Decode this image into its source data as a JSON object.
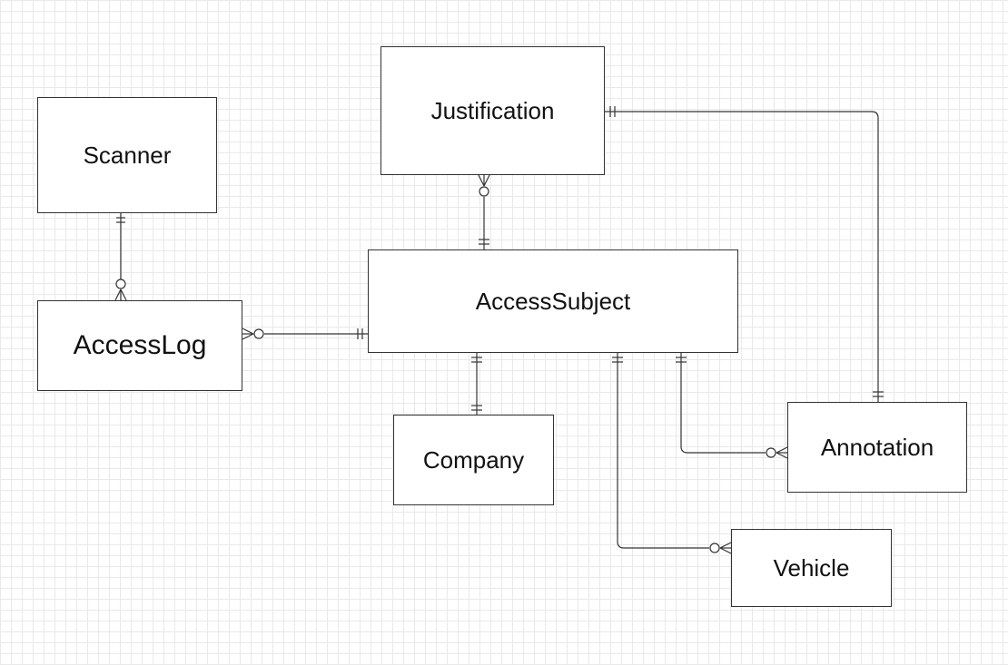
{
  "diagram": {
    "type": "entity-relationship",
    "entities": {
      "scanner": "Scanner",
      "access_log": "AccessLog",
      "justification": "Justification",
      "access_subject": "AccessSubject",
      "company": "Company",
      "annotation": "Annotation",
      "vehicle": "Vehicle"
    },
    "relationships": [
      {
        "from": "Scanner",
        "to": "AccessLog",
        "from_cardinality": "one-and-only-one",
        "to_cardinality": "zero-or-many"
      },
      {
        "from": "AccessSubject",
        "to": "AccessLog",
        "from_cardinality": "one-and-only-one",
        "to_cardinality": "zero-or-many"
      },
      {
        "from": "AccessSubject",
        "to": "Justification",
        "from_cardinality": "one-and-only-one",
        "to_cardinality": "zero-or-many"
      },
      {
        "from": "Justification",
        "to": "Annotation",
        "from_cardinality": "one-and-only-one",
        "to_cardinality": "one-and-only-one"
      },
      {
        "from": "AccessSubject",
        "to": "Company",
        "from_cardinality": "one-and-only-one",
        "to_cardinality": "one-and-only-one"
      },
      {
        "from": "AccessSubject",
        "to": "Annotation",
        "from_cardinality": "one-and-only-one",
        "to_cardinality": "zero-or-many"
      },
      {
        "from": "AccessSubject",
        "to": "Vehicle",
        "from_cardinality": "one-and-only-one",
        "to_cardinality": "zero-or-many"
      }
    ],
    "line_color": "#333333",
    "grid_color": "#e9e9e9",
    "background": "#ffffff"
  }
}
